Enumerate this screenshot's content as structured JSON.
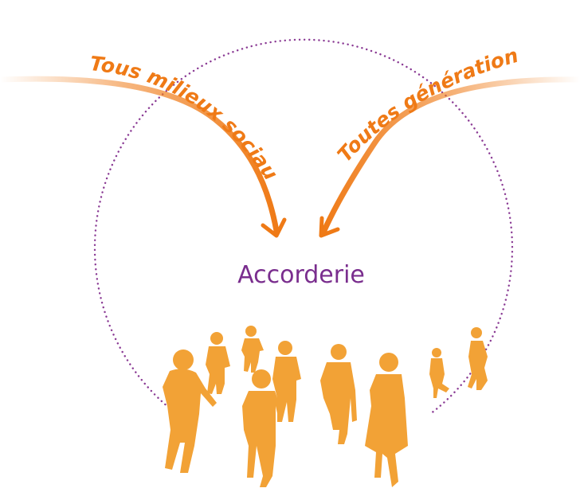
{
  "diagram": {
    "left_label": "Tous milieux sociaux",
    "right_label": "Toutes générations",
    "center_label": "Accorderie"
  },
  "colors": {
    "orange": "#EF7A16",
    "people": "#F2A236",
    "purple": "#7A2E8E",
    "dots": "#8A3A94"
  },
  "icons": {
    "people": "people-silhouettes-icon"
  }
}
